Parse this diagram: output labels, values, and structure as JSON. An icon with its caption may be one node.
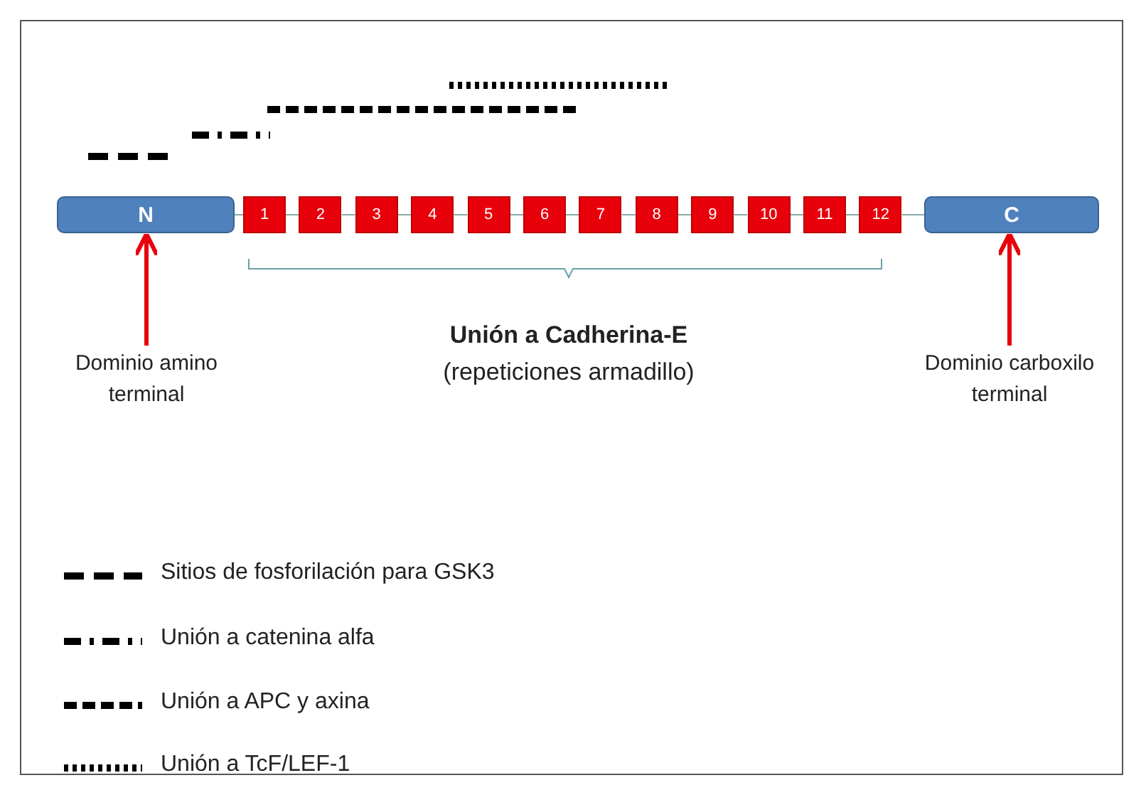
{
  "diagram": {
    "nodes": [
      {
        "text": [
          "N"
        ]
      },
      {
        "text": [
          "1"
        ]
      },
      {
        "text": [
          "2"
        ]
      },
      {
        "text": [
          "3"
        ]
      },
      {
        "text": [
          "4"
        ]
      },
      {
        "text": [
          "5"
        ]
      },
      {
        "text": [
          "6"
        ]
      },
      {
        "text": [
          "7"
        ]
      },
      {
        "text": [
          "8"
        ]
      },
      {
        "text": [
          "9"
        ]
      },
      {
        "text": [
          "10"
        ]
      },
      {
        "text": [
          "11"
        ]
      },
      {
        "text": [
          "12"
        ]
      },
      {
        "text": [
          "C"
        ]
      },
      {
        "text": [
          "Dominio amino terminal"
        ]
      },
      {
        "text": [
          "Dominio carboxilo terminal"
        ]
      }
    ],
    "edges": [
      {
        "from": 0,
        "to": 1,
        "arrow": "none"
      },
      {
        "from": 1,
        "to": 2,
        "arrow": "none"
      },
      {
        "from": 2,
        "to": 3,
        "arrow": "none"
      },
      {
        "from": 3,
        "to": 4,
        "arrow": "none"
      },
      {
        "from": 4,
        "to": 5,
        "arrow": "none"
      },
      {
        "from": 5,
        "to": 6,
        "arrow": "none"
      },
      {
        "from": 6,
        "to": 7,
        "arrow": "none"
      },
      {
        "from": 7,
        "to": 8,
        "arrow": "none"
      },
      {
        "from": 8,
        "to": 9,
        "arrow": "none"
      },
      {
        "from": 9,
        "to": 10,
        "arrow": "none"
      },
      {
        "from": 10,
        "to": 11,
        "arrow": "none"
      },
      {
        "from": 11,
        "to": 12,
        "arrow": "none"
      },
      {
        "from": 12,
        "to": 13,
        "arrow": "none"
      },
      {
        "from": 14,
        "to": 0,
        "arrow": "to",
        "color": "#e8000b",
        "style": "thick"
      },
      {
        "from": 15,
        "to": 13,
        "arrow": "to",
        "color": "#e8000b",
        "style": "thick"
      }
    ],
    "labels": [
      "Unión a Cadherina-E",
      "(repeticiones armadillo)"
    ],
    "legend": [
      {
        "text": "Sitios de fosforilación para GSK3"
      },
      {
        "text": "Unión a catenina alfa"
      },
      {
        "text": "Unión a APC y axina"
      },
      {
        "text": "Unión a TcF/LEF-1"
      }
    ]
  }
}
